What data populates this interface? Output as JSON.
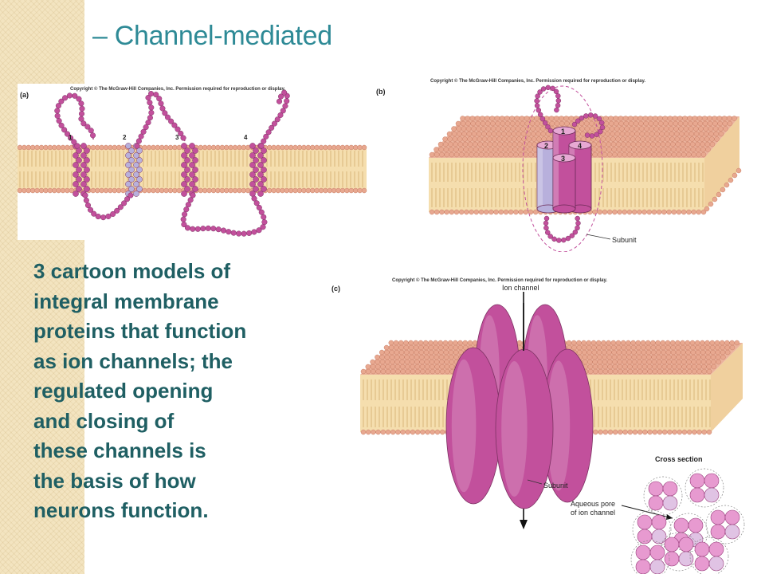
{
  "slide": {
    "title": "– Channel-mediated",
    "description_lines": [
      "3 cartoon models of",
      "integral membrane",
      "proteins that function",
      "as ion channels; the",
      "regulated opening",
      "and closing of",
      "these channels is",
      "the basis of how",
      "neurons function."
    ]
  },
  "figures": {
    "a": {
      "panel_label": "(a)",
      "copyright": "Copyright © The McGraw-Hill Companies, Inc. Permission required for reproduction or display.",
      "segment_labels": [
        "1",
        "2",
        "3",
        "4"
      ]
    },
    "b": {
      "panel_label": "(b)",
      "copyright": "Copyright © The McGraw-Hill Companies, Inc. Permission required for reproduction or display.",
      "cylinder_labels": [
        "1",
        "2",
        "4",
        "3"
      ],
      "subunit_label": "Subunit"
    },
    "c": {
      "panel_label": "(c)",
      "copyright": "Copyright © The McGraw-Hill Companies, Inc. Permission required for reproduction or display.",
      "ion_channel_label": "Ion channel",
      "subunit_label": "Subunit",
      "cross_section_label": "Cross section",
      "pore_label_line1": "Aqueous pore",
      "pore_label_line2": "of ion channel"
    }
  },
  "colors": {
    "title": "#2e8a96",
    "body_text": "#1f5f63",
    "side_strip": "#f3e4c0",
    "lipid_head": "#e8a890",
    "lipid_tail": "#f5deae",
    "protein": "#c2509c",
    "protein_light": "#b8b0dc"
  }
}
